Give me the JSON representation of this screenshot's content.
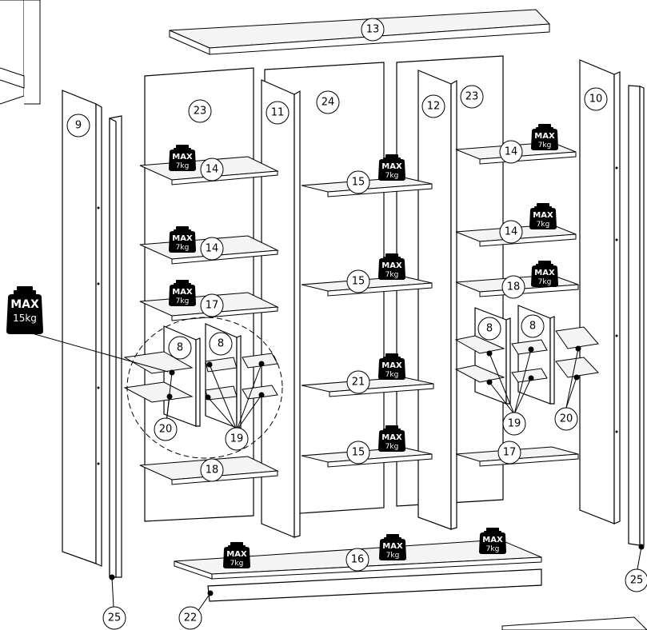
{
  "callouts": [
    "8",
    "9",
    "10",
    "11",
    "12",
    "13",
    "14",
    "15",
    "16",
    "17",
    "18",
    "19",
    "20",
    "21",
    "22",
    "23",
    "24",
    "25"
  ],
  "weights": {
    "small_max": "MAX",
    "small_load": "7kg",
    "big_max": "MAX",
    "big_load": "15kg"
  }
}
